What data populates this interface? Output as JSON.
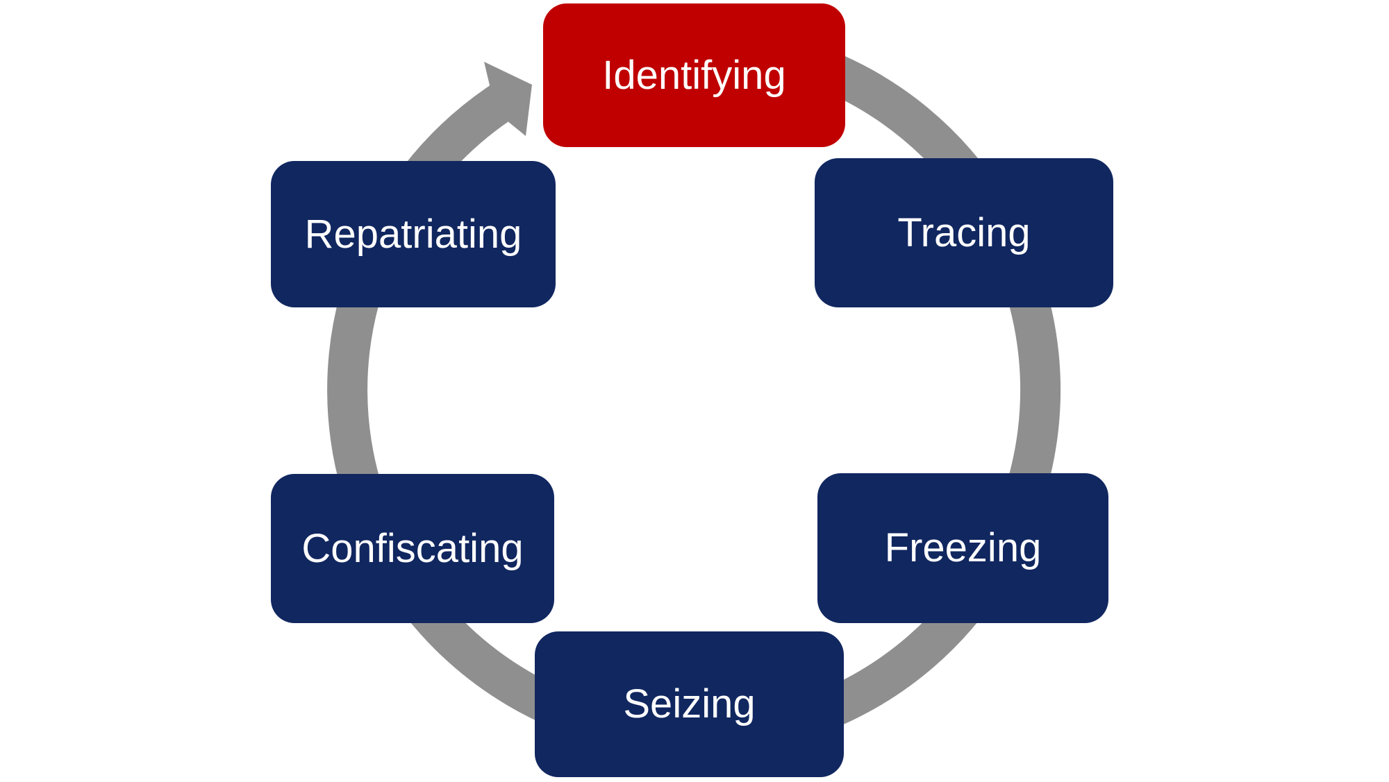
{
  "diagram": {
    "type": "cycle",
    "direction": "clockwise",
    "steps": [
      {
        "id": "identifying",
        "label": "Identifying",
        "color": "#C00000",
        "highlighted": true
      },
      {
        "id": "tracing",
        "label": "Tracing",
        "color": "#112760",
        "highlighted": false
      },
      {
        "id": "freezing",
        "label": "Freezing",
        "color": "#112760",
        "highlighted": false
      },
      {
        "id": "seizing",
        "label": "Seizing",
        "color": "#112760",
        "highlighted": false
      },
      {
        "id": "confiscating",
        "label": "Confiscating",
        "color": "#112760",
        "highlighted": false
      },
      {
        "id": "repatriating",
        "label": "Repatriating",
        "color": "#112760",
        "highlighted": false
      }
    ],
    "colors": {
      "highlight": "#C00000",
      "step": "#112760",
      "arrow": "#8F8F8F",
      "label_text": "#FFFFFF",
      "background": "#FFFFFF"
    }
  }
}
